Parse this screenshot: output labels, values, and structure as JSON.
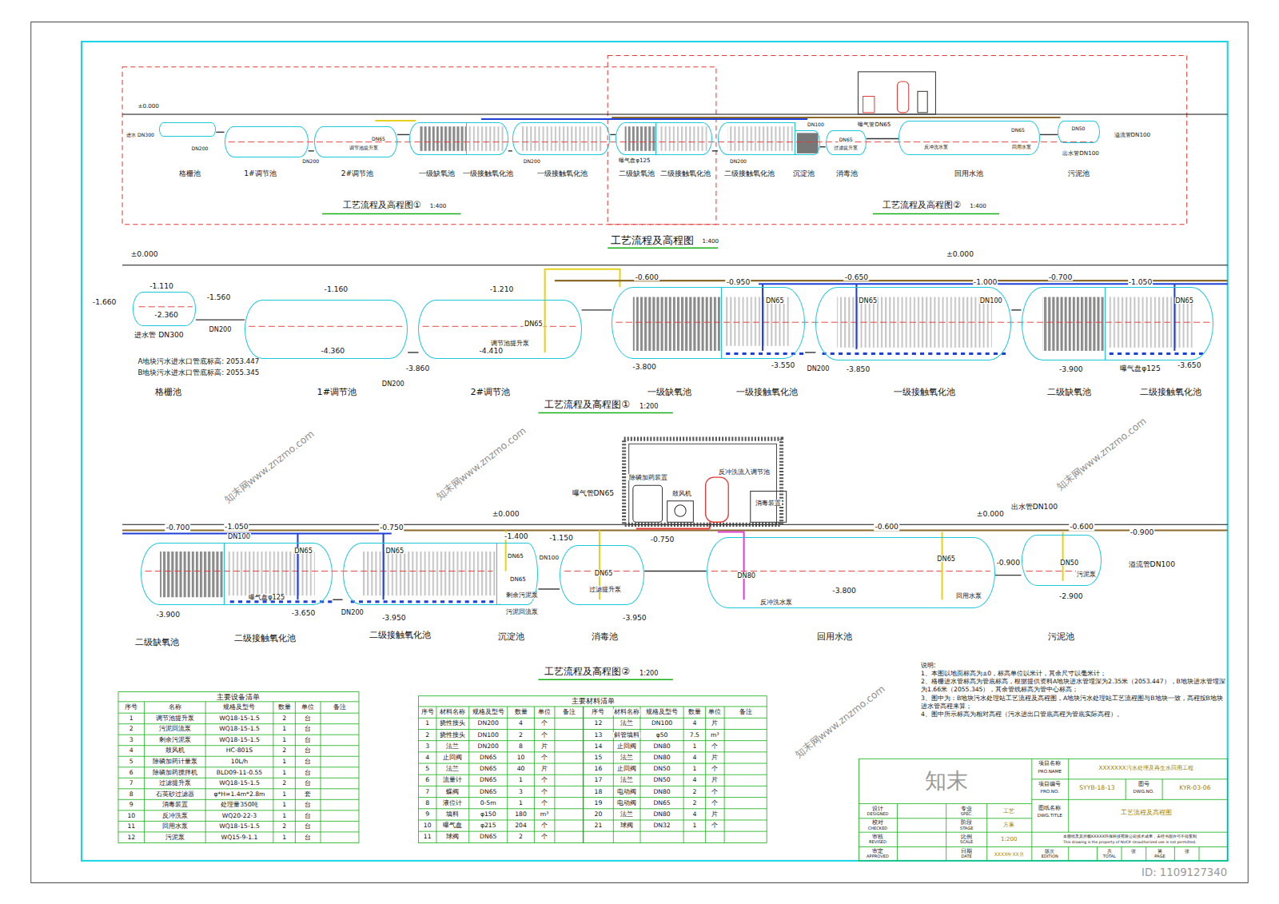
{
  "diagram": {
    "title": "工艺流程及高程图",
    "nodes": [
      {
        "text": [
          "格栅池"
        ]
      },
      {
        "text": [
          "1#调节池"
        ]
      },
      {
        "text": [
          "2#调节池"
        ]
      },
      {
        "text": [
          "一级缺氧池"
        ]
      },
      {
        "text": [
          "一级接触氧化池"
        ]
      },
      {
        "text": [
          "一级接触氧化池"
        ]
      },
      {
        "text": [
          "二级缺氧池"
        ]
      },
      {
        "text": [
          "二级接触氧化池"
        ]
      },
      {
        "text": [
          "二级接触氧化池"
        ]
      },
      {
        "text": [
          "沉淀池"
        ]
      },
      {
        "text": [
          "消毒池"
        ]
      },
      {
        "text": [
          "回用水池"
        ]
      },
      {
        "text": [
          "污泥池"
        ]
      },
      {
        "text": [
          "格栅池"
        ]
      },
      {
        "text": [
          "1#调节池"
        ]
      },
      {
        "text": [
          "2#调节池"
        ]
      },
      {
        "text": [
          "一级缺氧池"
        ]
      },
      {
        "text": [
          "一级接触氧化池"
        ]
      },
      {
        "text": [
          "一级接触氧化池"
        ]
      },
      {
        "text": [
          "二级缺氧池"
        ]
      },
      {
        "text": [
          "二级接触氧化池"
        ]
      },
      {
        "text": [
          "二级缺氧池"
        ]
      },
      {
        "text": [
          "二级接触氧化池"
        ]
      },
      {
        "text": [
          "二级接触氧化池"
        ]
      },
      {
        "text": [
          "沉淀池"
        ]
      },
      {
        "text": [
          "消毒池"
        ]
      },
      {
        "text": [
          "回用水池"
        ]
      },
      {
        "text": [
          "污泥池"
        ]
      }
    ],
    "edges": [
      {
        "from": 0,
        "to": 1,
        "arrow": "none",
        "label": "DN200"
      },
      {
        "from": 1,
        "to": 2,
        "arrow": "none",
        "label": "DN200"
      },
      {
        "from": 2,
        "to": 3,
        "arrow": "none"
      },
      {
        "from": 4,
        "to": 5,
        "arrow": "none",
        "label": "DN200"
      },
      {
        "from": 5,
        "to": 6,
        "arrow": "none"
      },
      {
        "from": 7,
        "to": 8,
        "arrow": "none",
        "label": "DN200"
      },
      {
        "from": 9,
        "to": 10,
        "arrow": "none"
      },
      {
        "from": 10,
        "to": 11,
        "arrow": "none"
      },
      {
        "from": 11,
        "to": 12,
        "arrow": "none"
      },
      {
        "from": 13,
        "to": 14,
        "arrow": "none",
        "label": "DN200"
      },
      {
        "from": 14,
        "to": 15,
        "arrow": "none",
        "label": "DN200"
      },
      {
        "from": 15,
        "to": 16,
        "arrow": "none"
      },
      {
        "from": 17,
        "to": 18,
        "arrow": "none",
        "label": "DN200"
      },
      {
        "from": 18,
        "to": 19,
        "arrow": "none"
      },
      {
        "from": 22,
        "to": 23,
        "arrow": "none",
        "label": "DN200"
      },
      {
        "from": 24,
        "to": 25,
        "arrow": "none"
      },
      {
        "from": 25,
        "to": 26,
        "arrow": "none"
      },
      {
        "from": 26,
        "to": 27,
        "arrow": "none"
      }
    ],
    "labels": [
      "±0.000",
      "进水 DN300",
      "DN65",
      "调节池提升泵",
      "曝气盘φ125",
      "DN100",
      "曝气管DN65",
      "DN65",
      "过滤提升泵",
      "反冲洗水泵",
      "DN65",
      "回用水泵",
      "DN50",
      "溢流管DN100",
      "出水管DN100",
      "工艺流程及高程图①",
      "1:400",
      "工艺流程及高程图②",
      "1:400",
      "1:400",
      "±0.000",
      "±0.000",
      "-1.660",
      "-1.110",
      "-1.560",
      "-2.360",
      "进水管 DN300",
      "A地块污水进水口管底标高: 2053.447",
      "B地块污水进水口管底标高: 2055.345",
      "-1.160",
      "-4.360",
      "-3.860",
      "-1.210",
      "-4.410",
      "DN65",
      "调节池提升泵",
      "-0.600",
      "-0.950",
      "DN65",
      "-3.800",
      "-3.550",
      "-0.650",
      "-1.000",
      "DN65",
      "DN100",
      "-3.850",
      "-0.700",
      "-1.050",
      "DN65",
      "曝气盘φ125",
      "-3.900",
      "-3.650",
      "工艺流程及高程图①",
      "1:200",
      "-0.700",
      "-1.050",
      "DN100",
      "DN65",
      "曝气盘φ125",
      "-3.900",
      "-3.650",
      "-0.750",
      "DN65",
      "-3.950",
      "±0.000",
      "-1.400",
      "-1.150",
      "DN65",
      "DN100",
      "DN65",
      "剩余污泥泵",
      "污泥回流泵",
      "曝气管DN65",
      "除磷加药装置",
      "鼓风机",
      "反冲洗流入调节池",
      "消毒装置",
      "-0.750",
      "DN65",
      "过滤提升泵",
      "-3.950",
      "±0.000",
      "-0.600",
      "DN80",
      "反冲洗水泵",
      "-3.800",
      "DN65",
      "回用水泵",
      "出水管DN100",
      "-0.600",
      "-0.900",
      "-0.900",
      "DN50",
      "污泥泵",
      "溢流管DN100",
      "-2.900",
      "工艺流程及高程图②",
      "1:200",
      "说明:",
      "1、本图以地面标高为±0，标高单位以米计，其余尺寸以毫米计；",
      "2、格栅进水管标高为管底标高，根据提供资料A地块进水管埋深为2.35米（2053.447），B地块进水管埋深为1.66米（2055.345），其余管线标高为管中心标高；",
      "3、图中为：B地块污水处理站工艺流程及高程图，A地块污水处理站工艺流程图与B地块一致，高程按B地块进水管高程来算；",
      "4、图中所示标高为相对高程（污水进出口管底高程为管底实际高程）。",
      "项目名称",
      "PRO.NAME",
      "XXXXXXX污水处理及再生水回用工程",
      "项目编号",
      "PRO.NO.",
      "SYYB-18-13",
      "图号",
      "DWG.NO.",
      "KYR-03-06",
      "图纸名称",
      "DWG.TITLE",
      "工艺流程及高程图",
      "本图纸及其所载XXXXX环保科技有限公司技术成果，未经书面许可不得复制",
      "This drawing is the property of NUCP. Unauthorized use is not permitted.",
      "设计",
      "DESIGNED",
      "校对",
      "CHECKED",
      "审核",
      "REVISED",
      "审定",
      "APPROVED",
      "专业",
      "SPEC.",
      "工艺",
      "阶段",
      "STAGE",
      "方案",
      "比例",
      "SCALE",
      "1:200",
      "日期",
      "DATE",
      "XXXX年XX月",
      "版次",
      "EDITION",
      "共",
      "张",
      "TOTAL",
      "第",
      "张",
      "PAGE",
      "知末网www.znzmo.com",
      "知末网www.znzmo.com",
      "知末网www.znzmo.com",
      "知末网www.znzmo.com",
      "知末",
      "ID: 1109127340",
      "主要设备清单",
      "序号",
      "名称",
      "规格及型号",
      "数量",
      "单位",
      "备注",
      "1",
      "调节池提升泵",
      "WQ18-15-1.5",
      "2",
      "台",
      "2",
      "污泥回流泵",
      "WQ18-15-1.5",
      "1",
      "台",
      "3",
      "剩余污泥泵",
      "WQ18-15-1.5",
      "1",
      "台",
      "4",
      "鼓风机",
      "HC-801S",
      "2",
      "台",
      "5",
      "除磷加药计量泵",
      "10L/h",
      "1",
      "台",
      "6",
      "除磷加药搅拌机",
      "BLD09-11-0.55",
      "1",
      "台",
      "7",
      "过滤提升泵",
      "WQ18-15-1.5",
      "2",
      "台",
      "8",
      "石英砂过滤器",
      "φ*H=1.4m*2.8m",
      "1",
      "套",
      "9",
      "消毒装置",
      "处理量350吨",
      "1",
      "台",
      "10",
      "反冲洗泵",
      "WQ20-22-3",
      "1",
      "台",
      "11",
      "回用水泵",
      "WQ18-15-1.5",
      "2",
      "台",
      "12",
      "污泥泵",
      "WQ15-9-1.1",
      "1",
      "台",
      "主要材料清单",
      "序号",
      "材料名称",
      "规格及型号",
      "数量",
      "单位",
      "备注",
      "序号",
      "材料名称",
      "规格及型号",
      "数量",
      "单位",
      "备注",
      "1",
      "挠性接头",
      "DN200",
      "4",
      "个",
      "12",
      "法兰",
      "DN100",
      "4",
      "片",
      "2",
      "挠性接头",
      "DN100",
      "2",
      "个",
      "13",
      "斜管填料",
      "φ50",
      "7.5",
      "m³",
      "3",
      "法兰",
      "DN200",
      "8",
      "片",
      "14",
      "止回阀",
      "DN80",
      "1",
      "个",
      "4",
      "止回阀",
      "DN65",
      "10",
      "个",
      "15",
      "法兰",
      "DN80",
      "4",
      "片",
      "5",
      "法兰",
      "DN65",
      "40",
      "片",
      "16",
      "止回阀",
      "DN50",
      "1",
      "个",
      "6",
      "流量计",
      "DN65",
      "1",
      "个",
      "17",
      "法兰",
      "DN50",
      "4",
      "片",
      "7",
      "蝶阀",
      "DN65",
      "3",
      "个",
      "18",
      "电动阀",
      "DN80",
      "2",
      "个",
      "8",
      "液位计",
      "0-5m",
      "1",
      "个",
      "19",
      "电动阀",
      "DN65",
      "2",
      "个",
      "9",
      "填料",
      "φ150",
      "180",
      "m³",
      "20",
      "法兰",
      "DN80",
      "4",
      "片",
      "10",
      "曝气盘",
      "φ215",
      "204",
      "个",
      "21",
      "球阀",
      "DN32",
      "1",
      "个",
      "11",
      "球阀",
      "DN65",
      "2",
      "个"
    ]
  }
}
